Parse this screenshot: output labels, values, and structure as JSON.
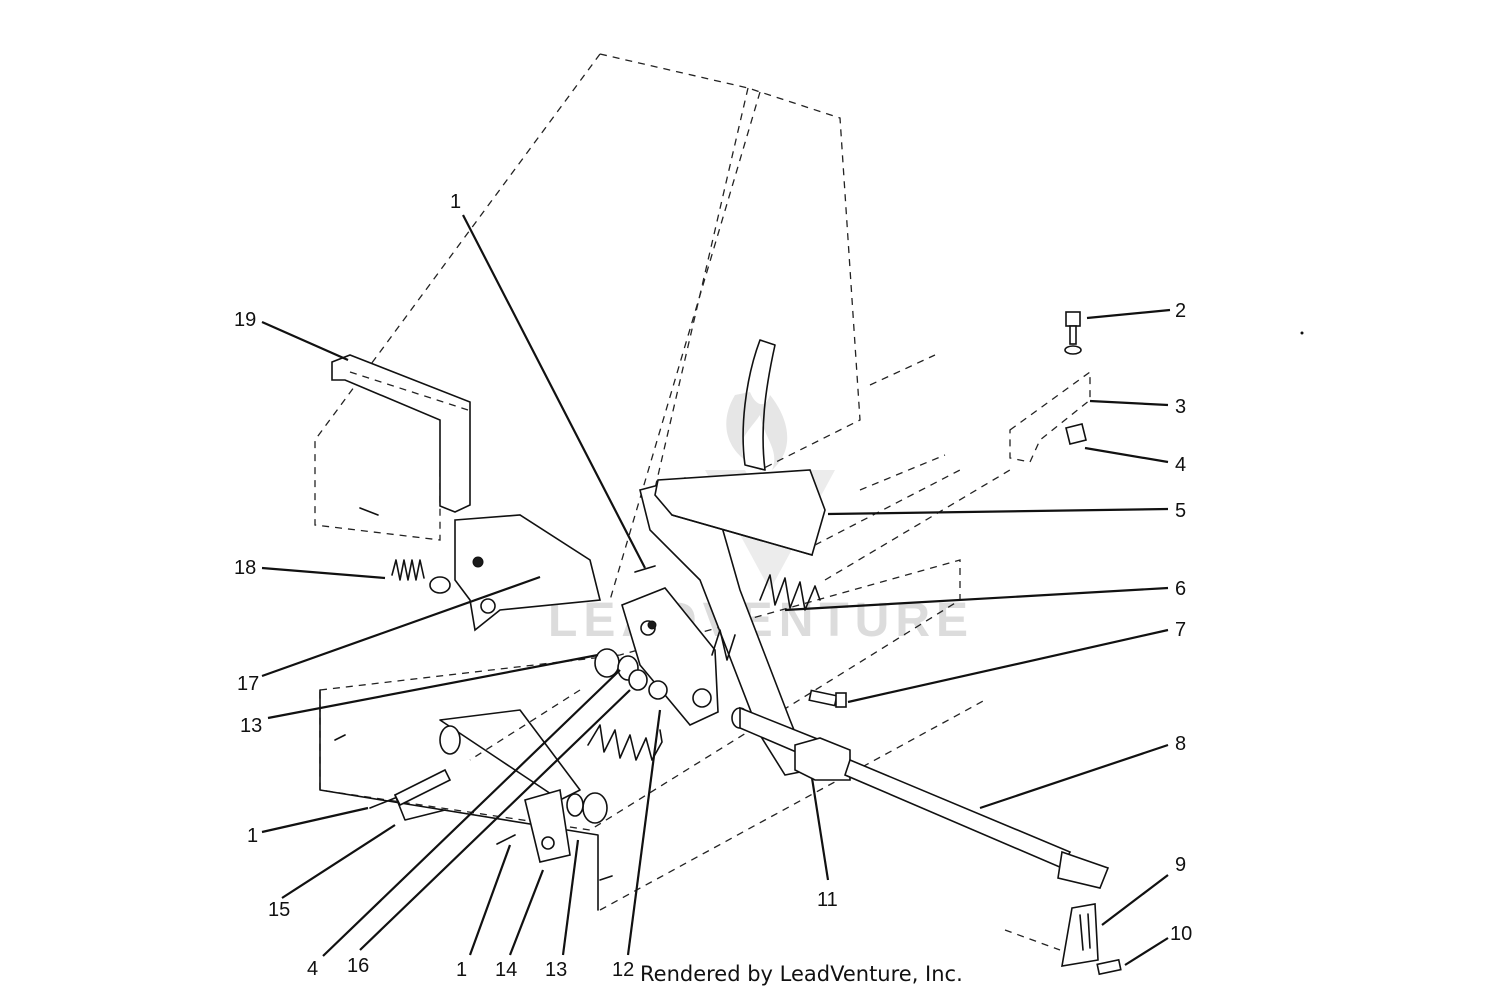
{
  "watermark": {
    "text": "LEADVENTURE"
  },
  "footer": {
    "credit": "Rendered by LeadVenture, Inc."
  },
  "callouts": {
    "c1a": "1",
    "c19": "19",
    "c18": "18",
    "c17": "17",
    "c13a": "13",
    "c1b": "1",
    "c15": "15",
    "c4a": "4",
    "c16": "16",
    "c1c": "1",
    "c14": "14",
    "c13b": "13",
    "c12": "12",
    "c11": "11",
    "c2": "2",
    "c3": "3",
    "c4b": "4",
    "c5": "5",
    "c6": "6",
    "c7": "7",
    "c8": "8",
    "c9": "9",
    "c10": "10"
  }
}
